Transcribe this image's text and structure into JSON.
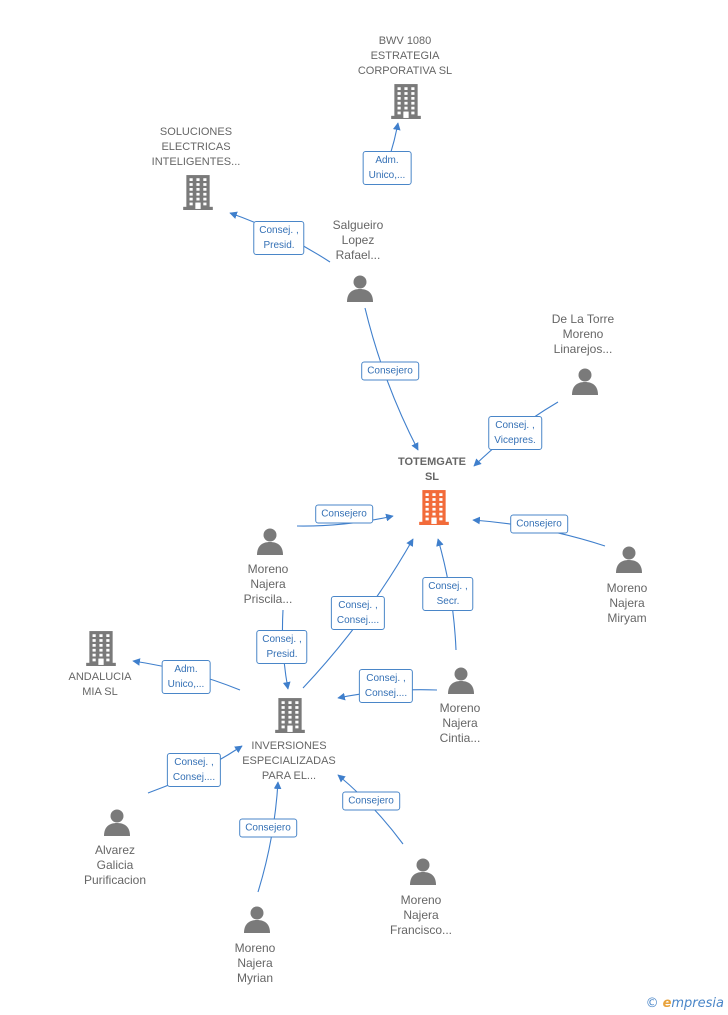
{
  "colors": {
    "edge": "#3f7fcc",
    "node_grey": "#7a7a7a",
    "node_main": "#f26b3a",
    "label": "#666666"
  },
  "nodes": [
    {
      "id": "bwv",
      "kind": "company",
      "label": "BWV 1080\nESTRATEGIA\nCORPORATIVA SL"
    },
    {
      "id": "soluciones",
      "kind": "company",
      "label": "SOLUCIONES\nELECTRICAS\nINTELIGENTES..."
    },
    {
      "id": "salgueiro",
      "kind": "person",
      "label": "Salgueiro\nLopez\nRafael..."
    },
    {
      "id": "delatorre",
      "kind": "person",
      "label": "De La Torre\nMoreno\nLinarejos..."
    },
    {
      "id": "totemgate",
      "kind": "company-main",
      "label": "TOTEMGATE\nSL"
    },
    {
      "id": "priscila",
      "kind": "person",
      "label": "Moreno\nNajera\nPriscila..."
    },
    {
      "id": "miryam",
      "kind": "person",
      "label": "Moreno\nNajera\nMiryam"
    },
    {
      "id": "andalucia",
      "kind": "company",
      "label": "ANDALUCIA\nMIA SL"
    },
    {
      "id": "inversiones",
      "kind": "company",
      "label": "INVERSIONES\nESPECIALIZADAS\nPARA EL..."
    },
    {
      "id": "cintia",
      "kind": "person",
      "label": "Moreno\nNajera\nCintia..."
    },
    {
      "id": "alvarez",
      "kind": "person",
      "label": "Alvarez\nGalicia\nPurificacion"
    },
    {
      "id": "francisco",
      "kind": "person",
      "label": "Moreno\nNajera\nFrancisco..."
    },
    {
      "id": "myrian",
      "kind": "person",
      "label": "Moreno\nNajera\nMyrian"
    }
  ],
  "edges": [
    {
      "from": "salgueiro",
      "to": "bwv",
      "label": "Adm.\nUnico,..."
    },
    {
      "from": "salgueiro",
      "to": "soluciones",
      "label": "Consej. ,\nPresid."
    },
    {
      "from": "salgueiro",
      "to": "totemgate",
      "label": "Consejero"
    },
    {
      "from": "delatorre",
      "to": "totemgate",
      "label": "Consej. ,\nVicepres."
    },
    {
      "from": "priscila",
      "to": "totemgate",
      "label": "Consejero"
    },
    {
      "from": "miryam",
      "to": "totemgate",
      "label": "Consejero"
    },
    {
      "from": "inversiones",
      "to": "totemgate",
      "label": "Consej. ,\nConsej...."
    },
    {
      "from": "cintia",
      "to": "totemgate",
      "label": "Consej. ,\nSecr."
    },
    {
      "from": "priscila",
      "to": "inversiones",
      "label": "Consej. ,\nPresid."
    },
    {
      "from": "inversiones",
      "to": "andalucia",
      "label": "Adm.\nUnico,..."
    },
    {
      "from": "cintia",
      "to": "inversiones",
      "label": "Consej. ,\nConsej...."
    },
    {
      "from": "alvarez",
      "to": "inversiones",
      "label": "Consej. ,\nConsej...."
    },
    {
      "from": "myrian",
      "to": "inversiones",
      "label": "Consejero"
    },
    {
      "from": "francisco",
      "to": "inversiones",
      "label": "Consejero"
    }
  ],
  "footer": {
    "copyright": "©",
    "brand_first": "e",
    "brand_rest": "mpresia"
  }
}
